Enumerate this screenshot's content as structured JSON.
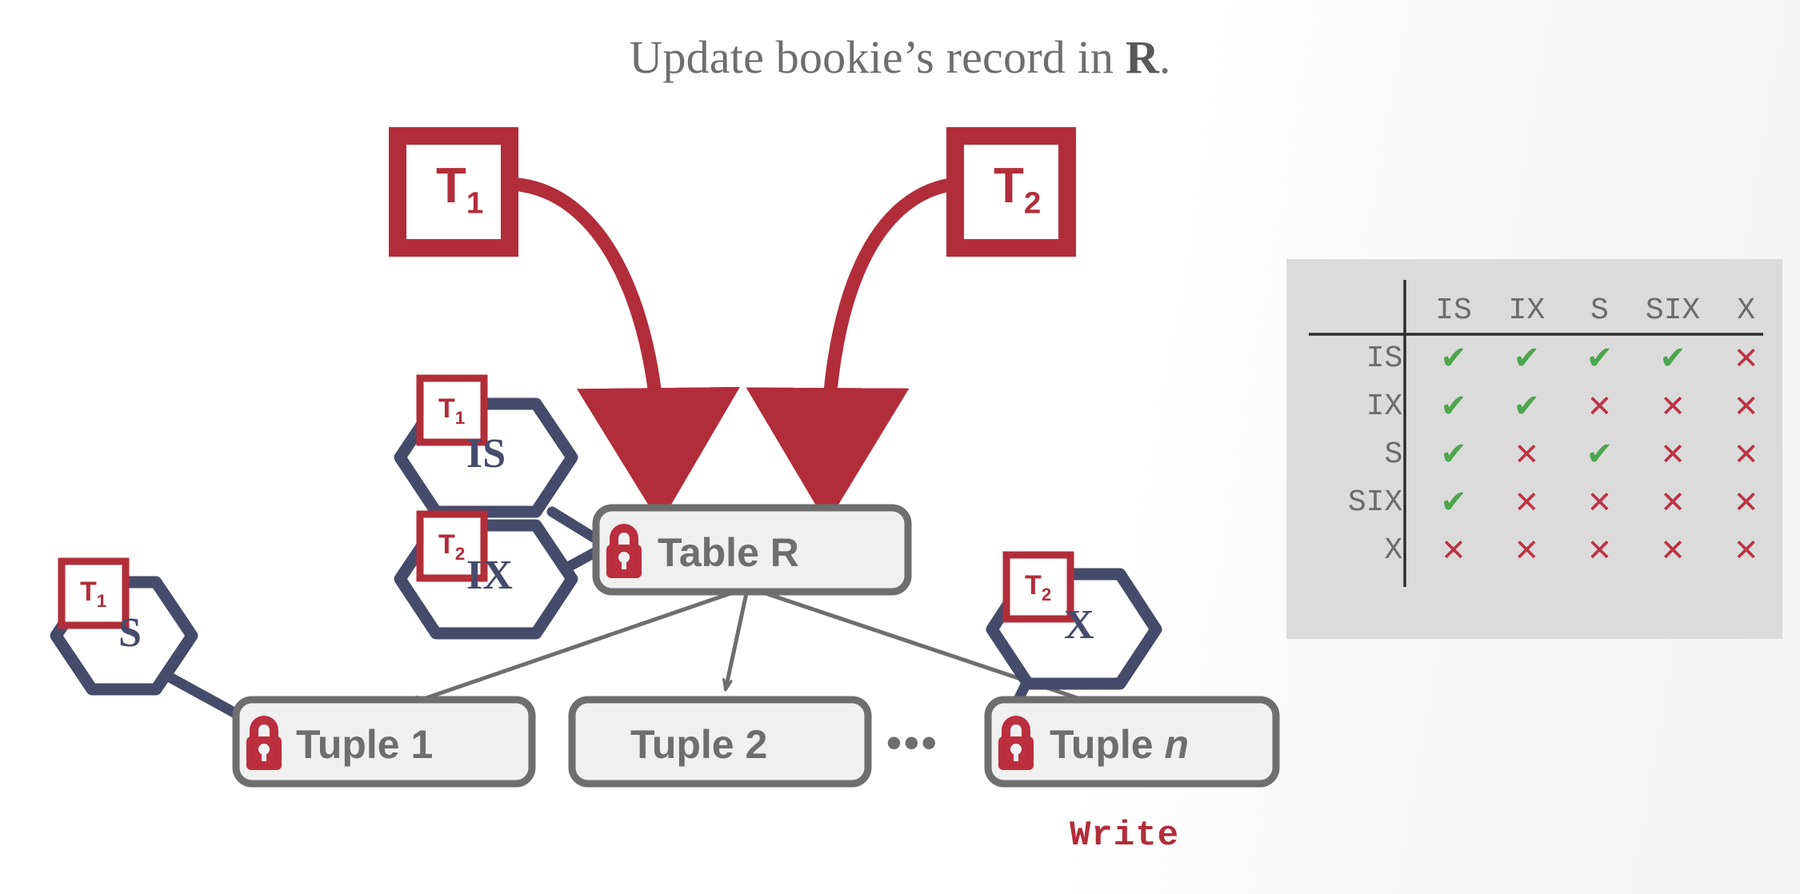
{
  "title": {
    "prefix": "Update bookie’s record in ",
    "emphasis": "R",
    "suffix": "."
  },
  "colors": {
    "accent_red": "#b22d3a",
    "lock_red": "#bb2e3f",
    "hex_navy": "#474b6b",
    "node_gray": "#6e6e6e",
    "node_fill": "#f0f0f0",
    "panel_bg": "#dbdbdb",
    "check_green": "#4ca64c",
    "cross_red": "#bb3344",
    "background": "#ffffff"
  },
  "transactions": [
    {
      "id": "T1",
      "label": "T",
      "sub": "1"
    },
    {
      "id": "T2",
      "label": "T",
      "sub": "2"
    }
  ],
  "nodes": {
    "table": {
      "label": "Table R",
      "locked": true,
      "lock_icon": "lock-icon"
    },
    "tuples": [
      {
        "label": "Tuple 1",
        "italic_suffix": "",
        "locked": true
      },
      {
        "label": "Tuple 2",
        "italic_suffix": "",
        "locked": false
      },
      {
        "label": "Tuple ",
        "italic_suffix": "n",
        "locked": true
      }
    ],
    "ellipsis": "•••"
  },
  "lock_badges": [
    {
      "mode": "IS",
      "txn": "T",
      "txn_sub": "1",
      "attached_to": "table"
    },
    {
      "mode": "IX",
      "txn": "T",
      "txn_sub": "2",
      "attached_to": "table"
    },
    {
      "mode": "S",
      "txn": "T",
      "txn_sub": "1",
      "attached_to": "tuple-1"
    },
    {
      "mode": "X",
      "txn": "T",
      "txn_sub": "2",
      "attached_to": "tuple-n"
    }
  ],
  "operation_label": "Write",
  "matrix": {
    "columns": [
      "IS",
      "IX",
      "S",
      "SIX",
      "X"
    ],
    "rows": [
      "IS",
      "IX",
      "S",
      "SIX",
      "X"
    ],
    "yes_glyph": "✔",
    "no_glyph": "✕",
    "cells": [
      [
        "yes",
        "yes",
        "yes",
        "yes",
        "no"
      ],
      [
        "yes",
        "yes",
        "no",
        "no",
        "no"
      ],
      [
        "yes",
        "no",
        "yes",
        "no",
        "no"
      ],
      [
        "yes",
        "no",
        "no",
        "no",
        "no"
      ],
      [
        "no",
        "no",
        "no",
        "no",
        "no"
      ]
    ]
  }
}
